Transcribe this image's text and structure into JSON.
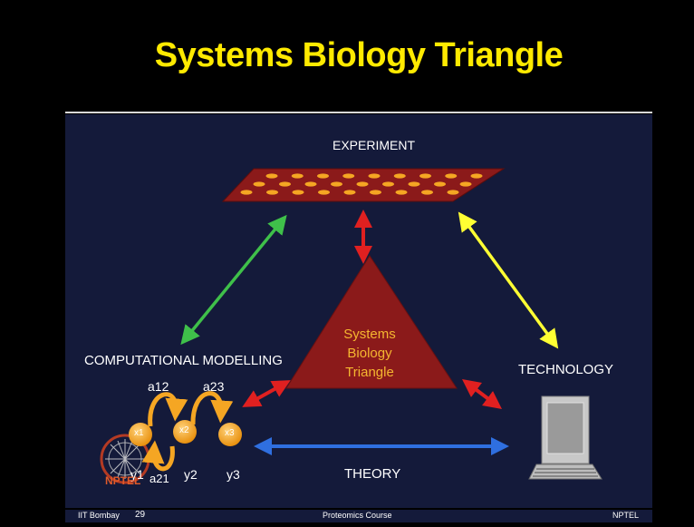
{
  "slide": {
    "title": "Systems Biology Triangle",
    "labels": {
      "experiment": "EXPERIMENT",
      "computational_modelling": "COMPUTATIONAL MODELLING",
      "technology": "TECHNOLOGY",
      "theory": "THEORY"
    },
    "triangle_text": [
      "Systems",
      "Biology",
      "Triangle"
    ],
    "model": {
      "a12": "a12",
      "a23": "a23",
      "a21": "a21",
      "x1": "x1",
      "x2": "x2",
      "x3": "x3",
      "y1": "y1",
      "y2": "y2",
      "y3": "y3"
    },
    "footer": {
      "left": "IIT Bombay",
      "page": "29",
      "center": "Proteomics Course",
      "right": "NPTEL"
    },
    "logo_text": "NPTEL"
  },
  "colors": {
    "title": "#ffea00",
    "panel": "#141a3a",
    "triangle": "#8b1a1a",
    "plate": "#8b1a1a",
    "dots": "#f5a623",
    "green_arrow": "#3fc04a",
    "yellow_arrow": "#ffff33",
    "red_arrow": "#e02020",
    "blue_arrow": "#2f6fe0"
  }
}
